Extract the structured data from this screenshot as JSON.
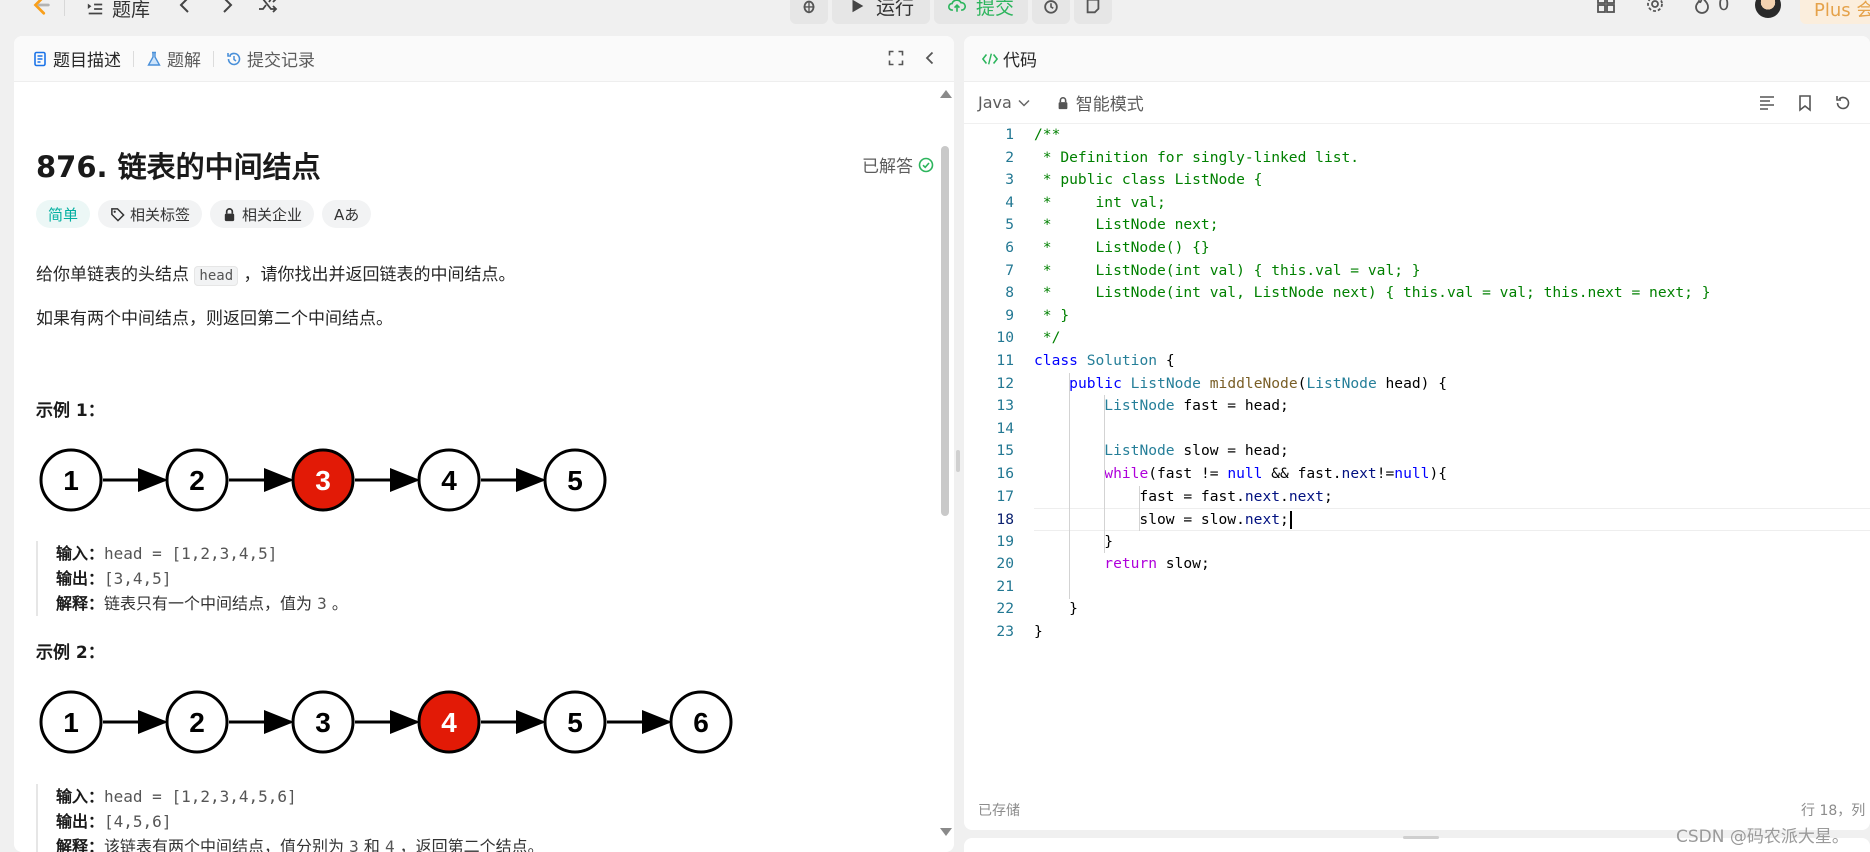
{
  "topbar": {
    "problem_list": "题库",
    "run": "运行",
    "submit": "提交",
    "streak": "0",
    "plus": "Plus 会"
  },
  "left_tabs": [
    "题目描述",
    "题解",
    "提交记录"
  ],
  "problem": {
    "title": "876. 链表的中间结点",
    "solved": "已解答",
    "tags": [
      "简单",
      "相关标签",
      "相关企业",
      "Aあ"
    ],
    "desc1_before": "给你单链表的头结点 ",
    "desc1_code": "head",
    "desc1_after": " ，请你找出并返回链表的中间结点。",
    "desc2": "如果有两个中间结点，则返回第二个中间结点。"
  },
  "examples": [
    {
      "title": "示例 1：",
      "nodes": [
        "1",
        "2",
        "3",
        "4",
        "5"
      ],
      "highlight": 2,
      "input_label": "输入：",
      "input": "head = [1,2,3,4,5]",
      "output_label": "输出：",
      "output": "[3,4,5]",
      "explain_label": "解释：",
      "explain_before": "链表只有一个中间结点，值为 ",
      "explain_code": "3",
      "explain_after": " 。"
    },
    {
      "title": "示例 2：",
      "nodes": [
        "1",
        "2",
        "3",
        "4",
        "5",
        "6"
      ],
      "highlight": 3,
      "input_label": "输入：",
      "input": "head = [1,2,3,4,5,6]",
      "output_label": "输出：",
      "output": "[4,5,6]",
      "explain_label": "解释：",
      "explain_before": "该链表有两个中间结点，值分别为 ",
      "explain_code1": "3",
      "explain_mid": " 和 ",
      "explain_code2": "4",
      "explain_after": " ，返回第二个结点。"
    }
  ],
  "code_panel": {
    "title": "代码",
    "language": "Java",
    "mode": "智能模式",
    "status": "已存储",
    "position": "行 18，列"
  },
  "code_lines": [
    "/**",
    " * Definition for singly-linked list.",
    " * public class ListNode {",
    " *     int val;",
    " *     ListNode next;",
    " *     ListNode() {}",
    " *     ListNode(int val) { this.val = val; }",
    " *     ListNode(int val, ListNode next) { this.val = val; this.next = next; }",
    " * }",
    " */",
    "class Solution {",
    "    public ListNode middleNode(ListNode head) {",
    "        ListNode fast = head;",
    "",
    "        ListNode slow = head;",
    "        while(fast != null && fast.next!=null){",
    "            fast = fast.next.next;",
    "            slow = slow.next;",
    "        }",
    "        return slow;",
    "",
    "    }",
    "}"
  ],
  "watermark": "CSDN @码农派大星。",
  "colors": {
    "accent_green": "#2db55d",
    "easy_teal": "#00afa0",
    "node_red": "#e21a06"
  }
}
